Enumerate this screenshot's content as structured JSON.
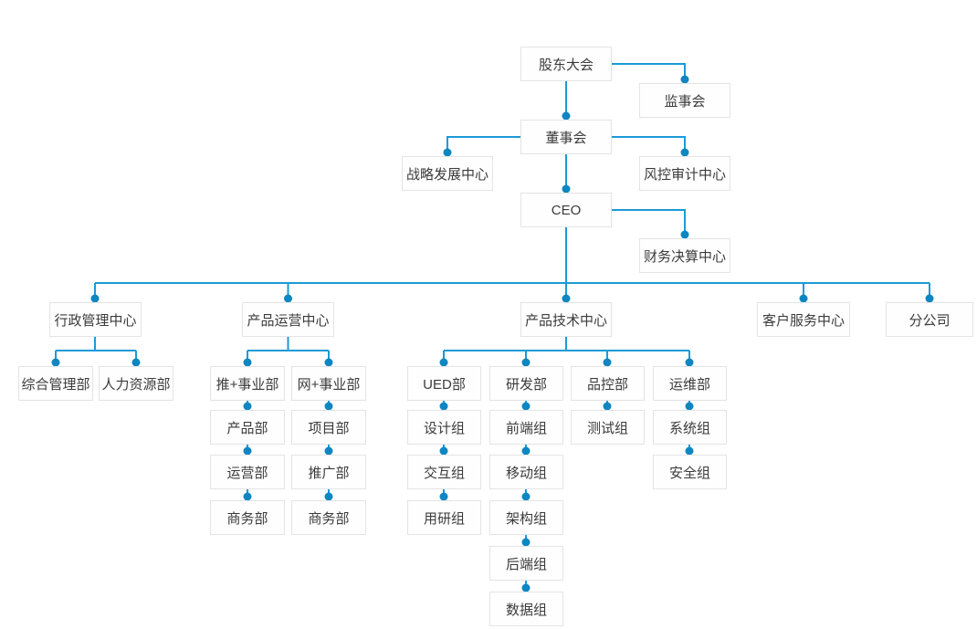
{
  "diagram": {
    "type": "org-chart",
    "colors": {
      "connector_line": "#1b9ad6",
      "connector_dot": "#0e86c2",
      "node_border": "#e4e4e4",
      "node_background": "#fefefe",
      "node_text": "#3b3b3b",
      "canvas_background": "#ffffff"
    },
    "nodes": [
      {
        "id": "shareholders-meeting",
        "label": "股东大会",
        "parent": null
      },
      {
        "id": "supervisory-board",
        "label": "监事会",
        "parent": "股东大会"
      },
      {
        "id": "board-of-directors",
        "label": "董事会",
        "parent": "股东大会"
      },
      {
        "id": "strategy-development-center",
        "label": "战略发展中心",
        "parent": "董事会"
      },
      {
        "id": "risk-audit-center",
        "label": "风控审计中心",
        "parent": "董事会"
      },
      {
        "id": "ceo",
        "label": "CEO",
        "parent": "董事会"
      },
      {
        "id": "finance-settlement-center",
        "label": "财务决算中心",
        "parent": "CEO"
      },
      {
        "id": "admin-management-center",
        "label": "行政管理中心",
        "parent": "CEO"
      },
      {
        "id": "product-operation-center",
        "label": "产品运营中心",
        "parent": "CEO"
      },
      {
        "id": "product-technology-center",
        "label": "产品技术中心",
        "parent": "CEO"
      },
      {
        "id": "customer-service-center",
        "label": "客户服务中心",
        "parent": "CEO"
      },
      {
        "id": "branch-company",
        "label": "分公司",
        "parent": "CEO"
      },
      {
        "id": "general-management-dept",
        "label": "综合管理部",
        "parent": "行政管理中心"
      },
      {
        "id": "human-resources-dept",
        "label": "人力资源部",
        "parent": "行政管理中心"
      },
      {
        "id": "tui-plus-business-dept",
        "label": "推+事业部",
        "parent": "产品运营中心"
      },
      {
        "id": "wang-plus-business-dept",
        "label": "网+事业部",
        "parent": "产品运营中心"
      },
      {
        "id": "ued-dept",
        "label": "UED部",
        "parent": "产品技术中心"
      },
      {
        "id": "rd-dept",
        "label": "研发部",
        "parent": "产品技术中心"
      },
      {
        "id": "quality-control-dept",
        "label": "品控部",
        "parent": "产品技术中心"
      },
      {
        "id": "ops-dept",
        "label": "运维部",
        "parent": "产品技术中心"
      },
      {
        "id": "product-dept",
        "label": "产品部",
        "parent": "推+事业部"
      },
      {
        "id": "project-dept",
        "label": "项目部",
        "parent": "网+事业部"
      },
      {
        "id": "design-group",
        "label": "设计组",
        "parent": "UED部"
      },
      {
        "id": "frontend-group",
        "label": "前端组",
        "parent": "研发部"
      },
      {
        "id": "testing-group",
        "label": "测试组",
        "parent": "品控部"
      },
      {
        "id": "system-group",
        "label": "系统组",
        "parent": "运维部"
      },
      {
        "id": "operation-dept",
        "label": "运营部",
        "parent": "产品部"
      },
      {
        "id": "promotion-dept",
        "label": "推广部",
        "parent": "项目部"
      },
      {
        "id": "interaction-group",
        "label": "交互组",
        "parent": "设计组"
      },
      {
        "id": "mobile-group",
        "label": "移动组",
        "parent": "前端组"
      },
      {
        "id": "security-group",
        "label": "安全组",
        "parent": "系统组"
      },
      {
        "id": "business-dept-tui",
        "label": "商务部",
        "parent": "运营部"
      },
      {
        "id": "business-dept-wang",
        "label": "商务部",
        "parent": "推广部"
      },
      {
        "id": "user-research-group",
        "label": "用研组",
        "parent": "交互组"
      },
      {
        "id": "architecture-group",
        "label": "架构组",
        "parent": "移动组"
      },
      {
        "id": "backend-group",
        "label": "后端组",
        "parent": "架构组"
      },
      {
        "id": "data-group",
        "label": "数据组",
        "parent": "后端组"
      }
    ]
  }
}
